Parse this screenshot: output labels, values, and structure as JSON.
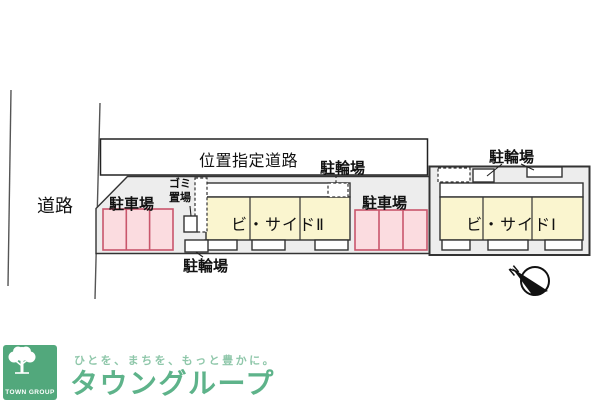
{
  "plan": {
    "road_label": "道路",
    "designated_road_label": "位置指定道路",
    "parking_west_label": "駐車場",
    "parking_mid_label": "駐車場",
    "bike_top_label": "駐輪場",
    "bike_right_label": "駐輪場",
    "bike_bottom_label": "駐輪場",
    "garbage_line1": "ゴミ",
    "garbage_line2": "置場",
    "building_2_label": "ビ・サイドⅡ",
    "building_1_label": "ビ・サイドⅠ",
    "compass_north": "N"
  },
  "footer": {
    "logo_box_text": "TOWN GROUP",
    "tagline": "ひとを、まちを、もっと豊かに。",
    "brand": "タウングループ"
  },
  "colors": {
    "parcel-gray": "#ededed",
    "building-yellow": "#faf5cf",
    "stall-pink": "#fbdce0",
    "stall-border": "#c9566c",
    "logo-green": "#52a87c",
    "brand-green": "#5eb38a",
    "tagline-green": "#8fc7aa"
  }
}
